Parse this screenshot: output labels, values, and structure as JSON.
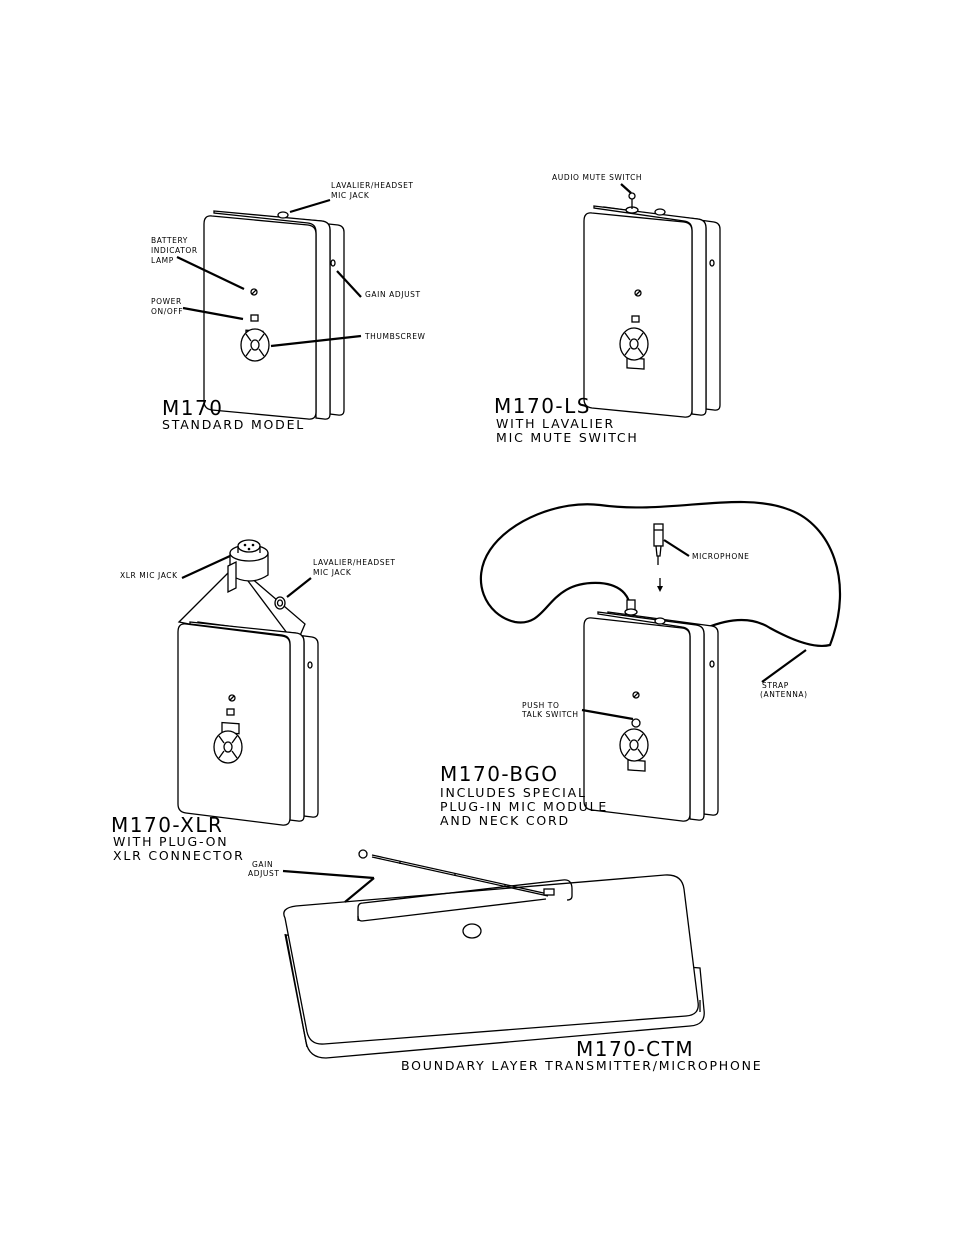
{
  "m170": {
    "title": "M170",
    "sub1": "STANDARD MODEL",
    "callouts": {
      "mic_jack_1": "LAVALIER/HEADSET",
      "mic_jack_2": "MIC JACK",
      "battery_1": "BATTERY",
      "battery_2": "INDICATOR",
      "battery_3": "LAMP",
      "power_1": "POWER",
      "power_2": "ON/OFF",
      "gain": "GAIN ADJUST",
      "thumbscrew": "THUMBSCREW"
    }
  },
  "m170_ls": {
    "title": "M170-LS",
    "sub1": "WITH LAVALIER",
    "sub2": "MIC MUTE SWITCH",
    "callouts": {
      "mute": "AUDIO MUTE SWITCH"
    }
  },
  "m170_xlr": {
    "title": "M170-XLR",
    "sub1": "WITH PLUG-ON",
    "sub2": "XLR CONNECTOR",
    "callouts": {
      "xlr_jack": "XLR MIC JACK",
      "mic_jack_1": "LAVALIER/HEADSET",
      "mic_jack_2": "MIC JACK"
    }
  },
  "m170_bgo": {
    "title": "M170-BGO",
    "sub1": "INCLUDES SPECIAL",
    "sub2": "PLUG-IN MIC MODULE",
    "sub3": "AND NECK CORD",
    "callouts": {
      "microphone": "MICROPHONE",
      "ptt_1": "PUSH TO",
      "ptt_2": "TALK SWITCH",
      "strap_1": "STRAP",
      "strap_2": "(ANTENNA)"
    }
  },
  "m170_ctm": {
    "title": "M170-CTM",
    "sub1": "BOUNDARY LAYER TRANSMITTER/MICROPHONE",
    "callouts": {
      "gain_1": "GAIN",
      "gain_2": "ADJUST"
    }
  }
}
